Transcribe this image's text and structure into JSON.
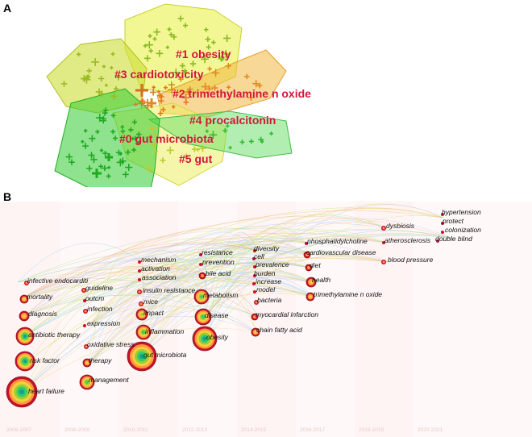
{
  "panel_a": {
    "letter": "A",
    "clusters": [
      {
        "label": "#1 obesity",
        "color": "#eeee44"
      },
      {
        "label": "#3 cardiotoxicity",
        "color": "#ccdd33"
      },
      {
        "label": "#2 trimethylamine n oxide",
        "color": "#f0b840"
      },
      {
        "label": "#4 procalcitonin",
        "color": "#66dd66"
      },
      {
        "label": "#0 gut microbiota",
        "color": "#33cc33"
      },
      {
        "label": "#5 gut",
        "color": "#eeee66"
      }
    ]
  },
  "panel_b": {
    "letter": "B",
    "years": [
      "2006-2007",
      "2008-2009",
      "2010-2011",
      "2012-2013",
      "2014-2015",
      "2016-2017",
      "2018-2019",
      "2020-2021"
    ],
    "keywords": [
      {
        "text": "hypertension"
      },
      {
        "text": "protect"
      },
      {
        "text": "colonization"
      },
      {
        "text": "double blind"
      },
      {
        "text": "dysbiosis"
      },
      {
        "text": "atherosclerosis"
      },
      {
        "text": "blood pressure"
      },
      {
        "text": "phosphatidylcholine"
      },
      {
        "text": "cardiovascular disease"
      },
      {
        "text": "diet"
      },
      {
        "text": "health"
      },
      {
        "text": "trimethylamine n oxide"
      },
      {
        "text": "diversity"
      },
      {
        "text": "cell"
      },
      {
        "text": "prevalence"
      },
      {
        "text": "burden"
      },
      {
        "text": "increase"
      },
      {
        "text": "model"
      },
      {
        "text": "bacteria"
      },
      {
        "text": "myocardial infarction"
      },
      {
        "text": "chain fatty acid"
      },
      {
        "text": "resistance"
      },
      {
        "text": "prevention"
      },
      {
        "text": "bile acid"
      },
      {
        "text": "metabolism"
      },
      {
        "text": "disease"
      },
      {
        "text": "obesity"
      },
      {
        "text": "mechanism"
      },
      {
        "text": "activation"
      },
      {
        "text": "association"
      },
      {
        "text": "insulin resistance"
      },
      {
        "text": "mice"
      },
      {
        "text": "impact"
      },
      {
        "text": "inflammation"
      },
      {
        "text": "gut microbiota"
      },
      {
        "text": "guideline"
      },
      {
        "text": "outcm"
      },
      {
        "text": "infection"
      },
      {
        "text": "expression"
      },
      {
        "text": "oxidative stress"
      },
      {
        "text": "therapy"
      },
      {
        "text": "management"
      },
      {
        "text": "infective endocarditi"
      },
      {
        "text": "mortality"
      },
      {
        "text": "diagnosis"
      },
      {
        "text": "antibiotic therapy"
      },
      {
        "text": "risk factor"
      },
      {
        "text": "heart failure"
      }
    ]
  }
}
